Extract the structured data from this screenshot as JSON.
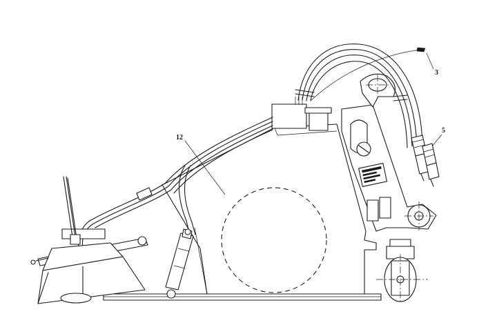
{
  "callouts": [
    {
      "id": "3",
      "label": "3"
    },
    {
      "id": "5",
      "label": "5"
    },
    {
      "id": "12",
      "label": "12"
    }
  ],
  "colors": {
    "line": "#1a1a1a",
    "background": "#ffffff"
  }
}
